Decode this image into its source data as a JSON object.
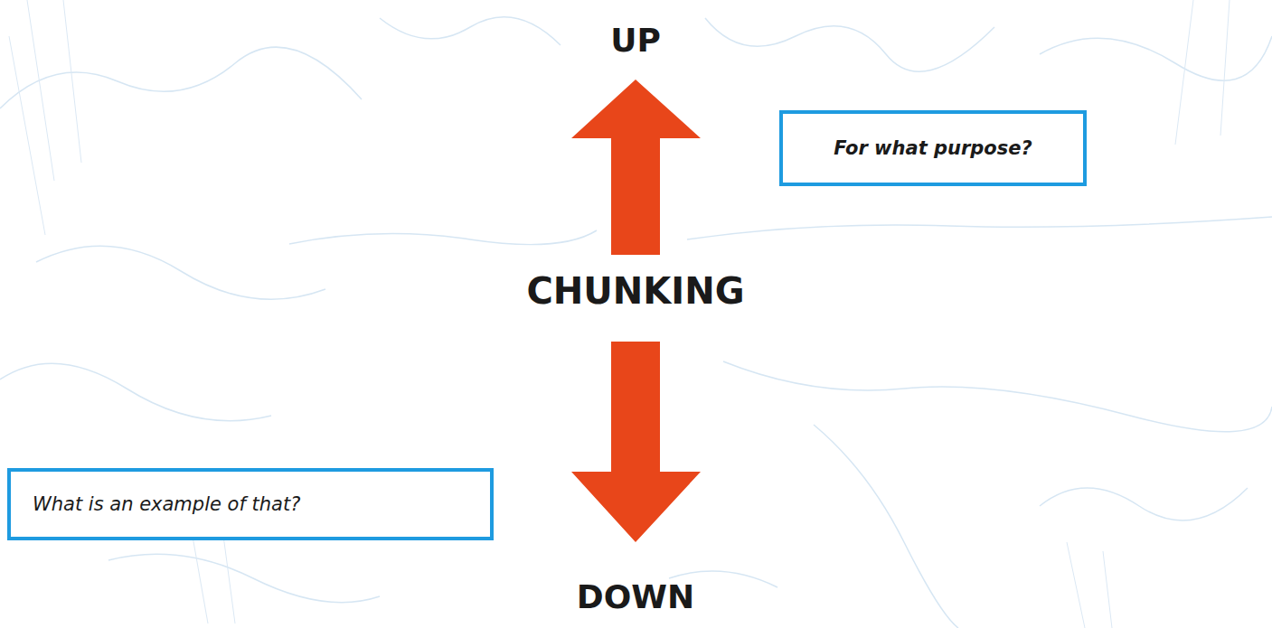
{
  "diagram": {
    "nodes": [
      {
        "text": [
          "For what purpose?"
        ]
      },
      {
        "text": [
          "What is an example of that?"
        ]
      }
    ],
    "labels": [
      "UP",
      "CHUNKING",
      "DOWN"
    ]
  }
}
